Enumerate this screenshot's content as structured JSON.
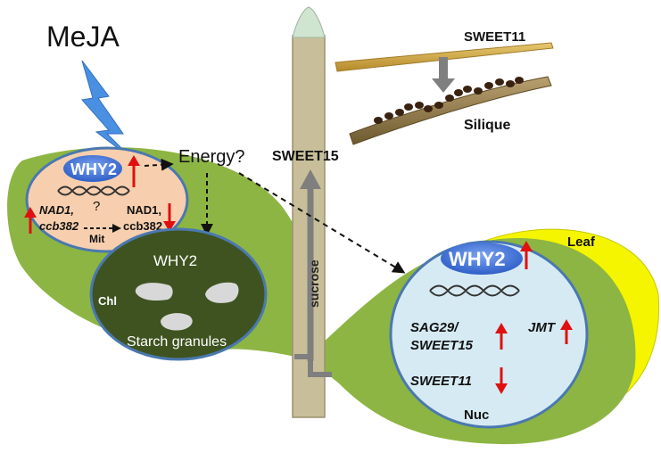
{
  "labels": {
    "meja": "MeJA",
    "energy": "Energy?",
    "sweet15_top": "SWEET15",
    "sweet11_top": "SWEET11",
    "silique": "Silique",
    "leaf": "Leaf",
    "sucrose": "sucrose",
    "why2_mit": "WHY2",
    "nad1_left_a": "NAD1,",
    "nad1_left_b": "ccb382",
    "question": "?",
    "nad1_right_a": "NAD1,",
    "nad1_right_b": "ccb382",
    "mit": "Mit",
    "why2_chl": "WHY2",
    "chl": "Chl",
    "starch": "Starch granules",
    "why2_nuc": "WHY2",
    "sag29": "SAG29/",
    "sweet15_nuc": "SWEET15",
    "jmt": "JMT",
    "sweet11_nuc": "SWEET11",
    "nuc": "Nuc"
  },
  "colors": {
    "leaf_green": "#8db543",
    "leaf_yellow": "#f5f500",
    "stem": "#c8bf9a",
    "mito": "#f7cfae",
    "chloroplast": "#3f5320",
    "nucleus": "#d6eaf3",
    "why2_blue": "#3f6fd2",
    "up_arrow": "#e01010",
    "outline": "#4a78b0",
    "lightning": "#4a90e2"
  }
}
